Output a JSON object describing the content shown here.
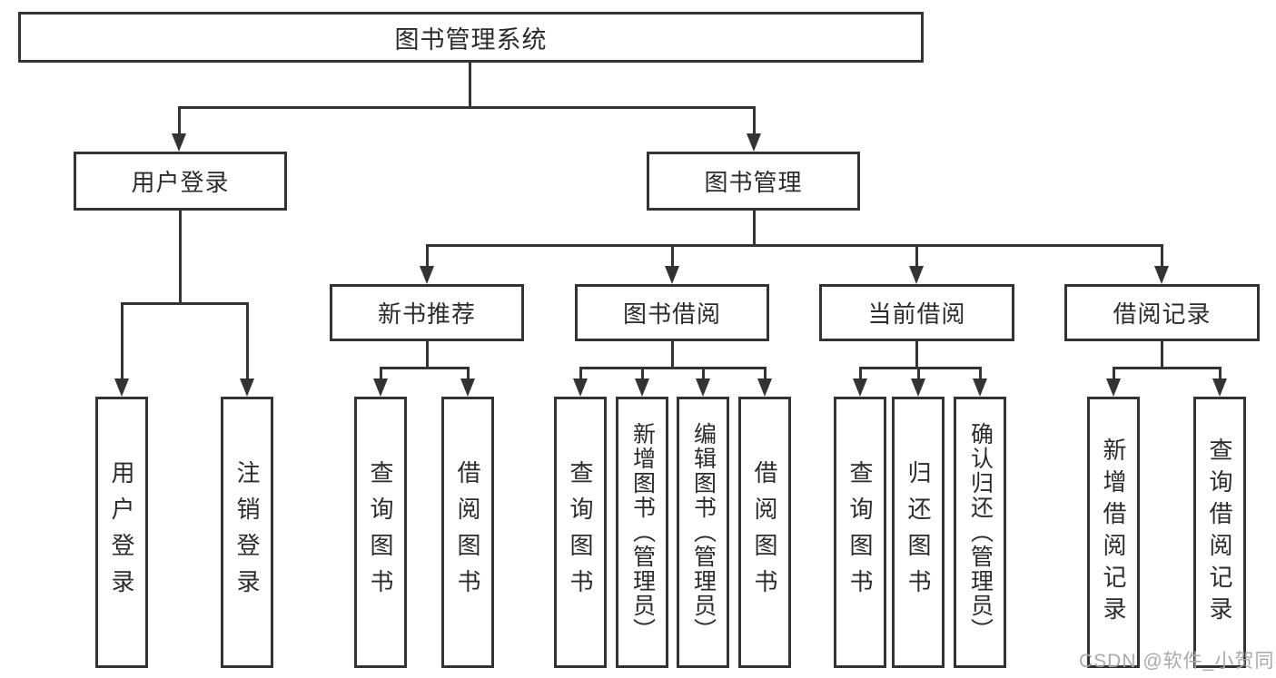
{
  "diagram_title": "图书管理系统",
  "tree": {
    "label": "图书管理系统",
    "children": [
      {
        "label": "用户登录",
        "children": [
          {
            "label": "用户登录"
          },
          {
            "label": "注销登录"
          }
        ]
      },
      {
        "label": "图书管理",
        "children": [
          {
            "label": "新书推荐",
            "children": [
              {
                "label": "查询图书"
              },
              {
                "label": "借阅图书"
              }
            ]
          },
          {
            "label": "图书借阅",
            "children": [
              {
                "label": "查询图书"
              },
              {
                "label": "新增图书（管理员）"
              },
              {
                "label": "编辑图书（管理员）"
              },
              {
                "label": "借阅图书"
              }
            ]
          },
          {
            "label": "当前借阅",
            "children": [
              {
                "label": "查询图书"
              },
              {
                "label": "归还图书"
              },
              {
                "label": "确认归还（管理员）"
              }
            ]
          },
          {
            "label": "借阅记录",
            "children": [
              {
                "label": "新增借阅记录"
              },
              {
                "label": "查询借阅记录"
              }
            ]
          }
        ]
      }
    ]
  },
  "watermark": {
    "text": "CSDN @软件_小贺同学"
  },
  "colors": {
    "line": "#333333",
    "text": "#2b2b2b",
    "watermark": "#a9a9a9",
    "background": "#ffffff"
  }
}
